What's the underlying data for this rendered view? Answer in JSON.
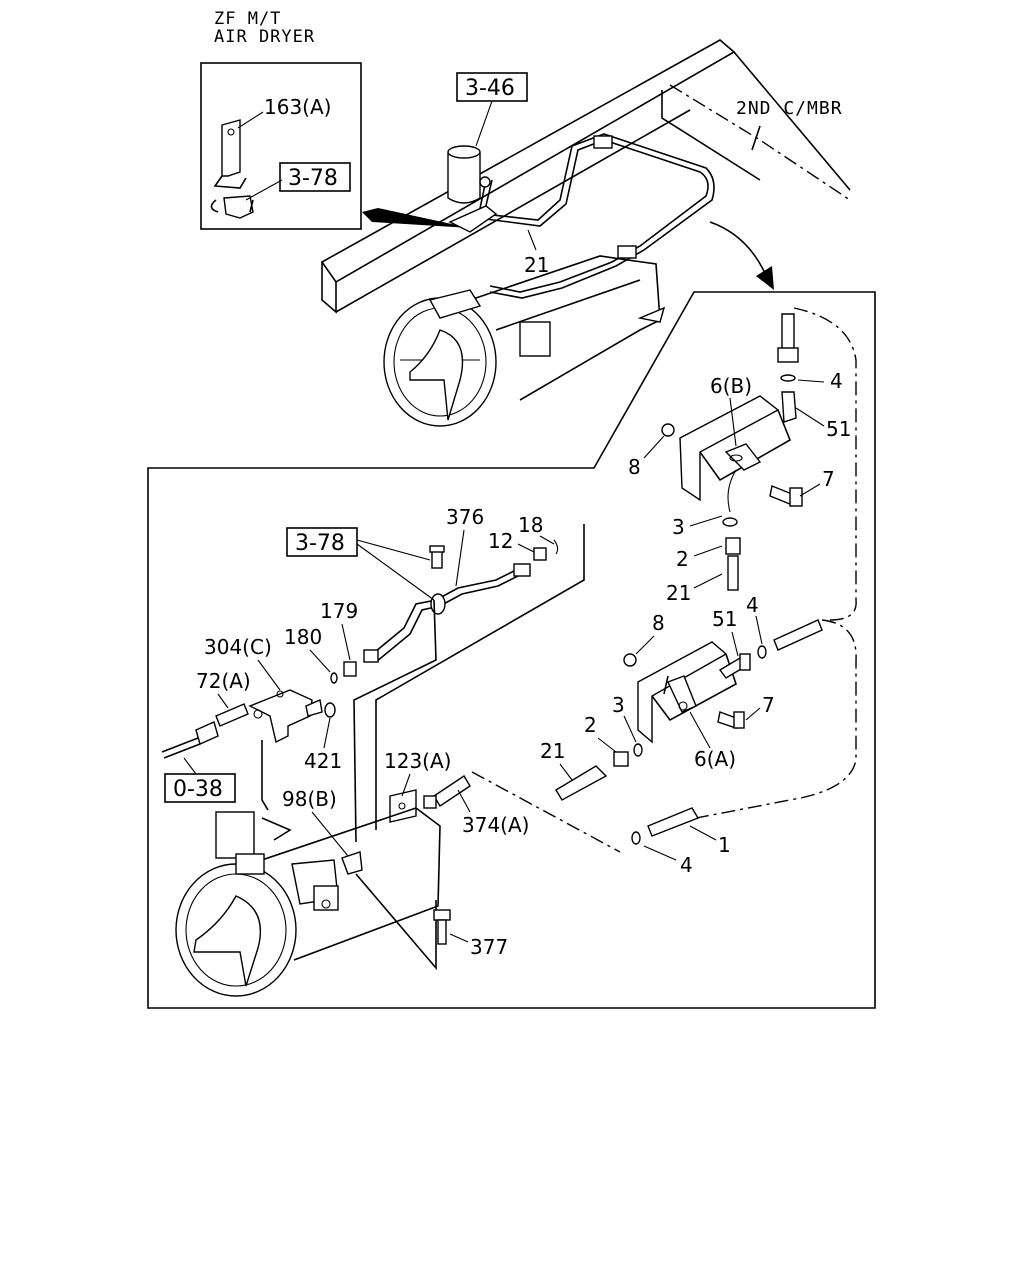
{
  "header": {
    "line1": "ZF M/T",
    "line2": "AIR DRYER"
  },
  "inset_labels": {
    "bracket": "163(A)",
    "ref": "3-78"
  },
  "top_labels": {
    "ref": "3-46",
    "crossmember": "2ND C/MBR",
    "pipe": "21"
  },
  "detail_labels": {
    "l4_top": "4",
    "l51_top": "51",
    "l6b": "6(B)",
    "l8_top": "8",
    "l7_top": "7",
    "l3_top": "3",
    "l2_top": "2",
    "l21_right": "21",
    "l8_mid": "8",
    "l51_mid": "51",
    "l4_mid": "4",
    "l7_mid": "7",
    "l3_mid": "3",
    "l2_mid": "2",
    "l21_mid": "21",
    "l6a": "6(A)",
    "l1": "1",
    "l4_bot": "4",
    "l376": "376",
    "l18": "18",
    "l12": "12",
    "ref_378": "3-78",
    "l179": "179",
    "l180": "180",
    "l304c": "304(C)",
    "l72a": "72(A)",
    "l421": "421",
    "ref_038": "0-38",
    "l123a": "123(A)",
    "l98b": "98(B)",
    "l374a": "374(A)",
    "l377": "377"
  }
}
